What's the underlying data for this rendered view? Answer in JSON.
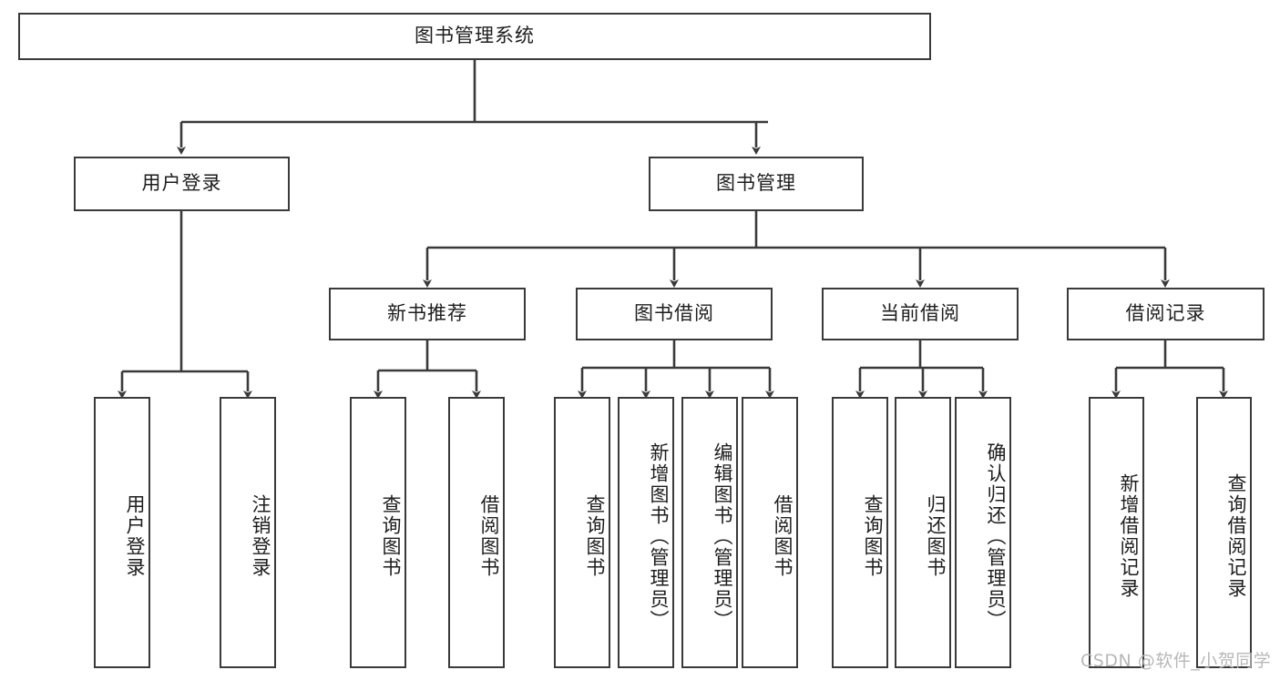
{
  "diagram": {
    "type": "tree-hierarchy",
    "title": "图书管理系统",
    "root": {
      "label": "图书管理系统"
    },
    "level1": [
      {
        "id": "user-login",
        "label": "用户登录"
      },
      {
        "id": "book-management",
        "label": "图书管理"
      }
    ],
    "level2": [
      {
        "id": "new-book-recommend",
        "label": "新书推荐",
        "parent": "book-management"
      },
      {
        "id": "book-borrow",
        "label": "图书借阅",
        "parent": "book-management"
      },
      {
        "id": "current-borrow",
        "label": "当前借阅",
        "parent": "book-management"
      },
      {
        "id": "borrow-record",
        "label": "借阅记录",
        "parent": "book-management"
      }
    ],
    "leaves": {
      "user-login": [
        {
          "id": "leaf-user-login",
          "label": "用户登录"
        },
        {
          "id": "leaf-logout",
          "label": "注销登录"
        }
      ],
      "new-book-recommend": [
        {
          "id": "leaf-query-book-1",
          "label": "查询图书"
        },
        {
          "id": "leaf-borrow-book-1",
          "label": "借阅图书"
        }
      ],
      "book-borrow": [
        {
          "id": "leaf-query-book-2",
          "label": "查询图书"
        },
        {
          "id": "leaf-add-book",
          "label": "新增图书（管理员）"
        },
        {
          "id": "leaf-edit-book",
          "label": "编辑图书（管理员）"
        },
        {
          "id": "leaf-borrow-book-2",
          "label": "借阅图书"
        }
      ],
      "current-borrow": [
        {
          "id": "leaf-query-book-3",
          "label": "查询图书"
        },
        {
          "id": "leaf-return-book",
          "label": "归还图书"
        },
        {
          "id": "leaf-confirm-return",
          "label": "确认归还（管理员）"
        }
      ],
      "borrow-record": [
        {
          "id": "leaf-add-record",
          "label": "新增借阅记录"
        },
        {
          "id": "leaf-query-record",
          "label": "查询借阅记录"
        }
      ]
    }
  },
  "watermark": {
    "text": "CSDN @软件_小贺同学"
  },
  "colors": {
    "background": "#ffffff",
    "box_border": "#3a3a3a",
    "box_fill": "#ffffff",
    "text": "#1d1d1d",
    "connector": "#3a3a3a",
    "watermark": "#b8b8b8"
  }
}
